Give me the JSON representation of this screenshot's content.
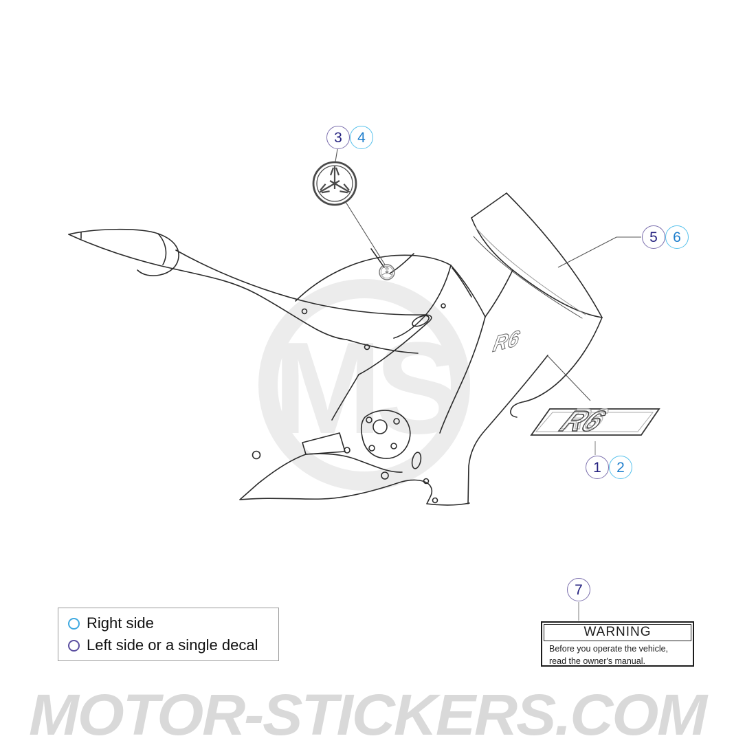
{
  "callouts": {
    "items": [
      {
        "num": "1",
        "style": "purple"
      },
      {
        "num": "2",
        "style": "cyan"
      },
      {
        "num": "3",
        "style": "purple"
      },
      {
        "num": "4",
        "style": "cyan"
      },
      {
        "num": "5",
        "style": "purple"
      },
      {
        "num": "6",
        "style": "cyan"
      },
      {
        "num": "7",
        "style": "purple"
      }
    ]
  },
  "legend": {
    "items": [
      {
        "marker": "cyan",
        "label": "Right side"
      },
      {
        "marker": "purple",
        "label": "Left side or a single decal"
      }
    ]
  },
  "warning_label": {
    "title": "WARNING",
    "body_line1": "Before you operate the vehicle,",
    "body_line2": "read the owner's manual."
  },
  "decals": {
    "side_decal_text": "R6",
    "fairing_marking_text": "R6"
  },
  "icons": {
    "emblem_top": "yamaha-tuning-fork-emblem",
    "emblem_tank": "yamaha-tuning-fork-emblem-small"
  },
  "watermark": {
    "center_text": "MS",
    "footer_text": "MOTOR-STICKERS.COM"
  },
  "colors": {
    "purple_circle_border": "#7b6fad",
    "purple_circle_text": "#23207f",
    "cyan_circle_border": "#56c1ec",
    "cyan_circle_text": "#1d7dcc",
    "legend_cyan_marker": "#3fa9e0",
    "legend_purple_marker": "#5b4fa0",
    "line_art": "#2b2b2b",
    "watermark_gray": "#d9d9d9"
  }
}
